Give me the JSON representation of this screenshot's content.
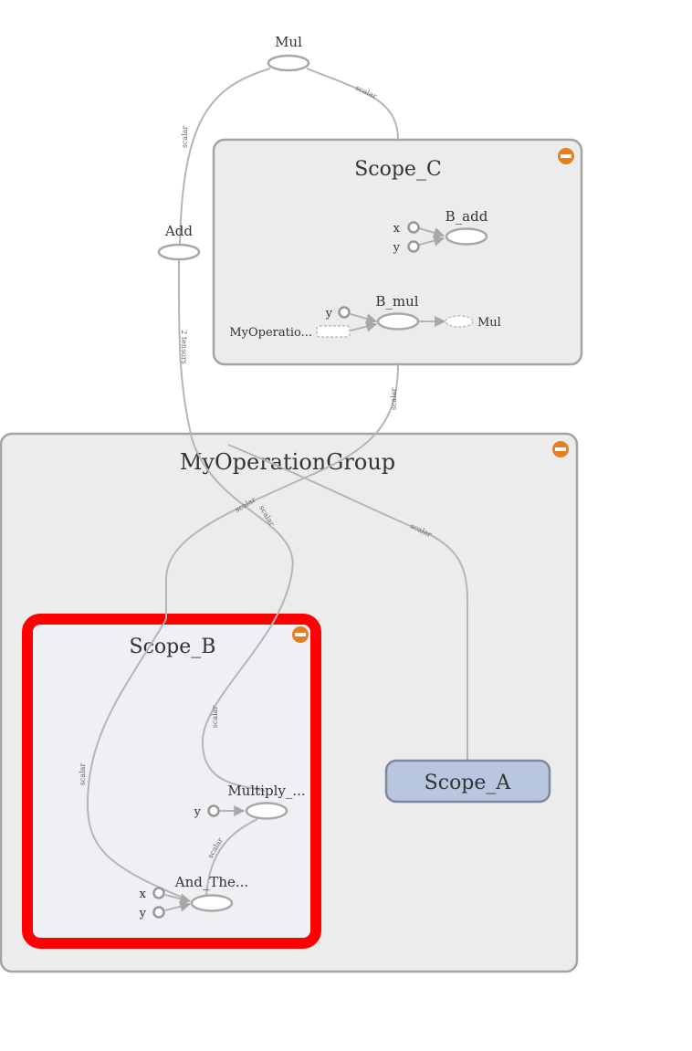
{
  "graph": {
    "nodes": {
      "mul_top": "Mul",
      "add": "Add",
      "scope_c": "Scope_C",
      "scope_c_x": "x",
      "scope_c_y": "y",
      "b_add": "B_add",
      "b_mul_y": "y",
      "b_mul": "B_mul",
      "myop_ref": "MyOperatio...",
      "mul_ref": "Mul",
      "my_operation_group": "MyOperationGroup",
      "scope_b": "Scope_B",
      "multiply_y": "y",
      "multiply": "Multiply_...",
      "and_the_x": "x",
      "and_the_y": "y",
      "and_the": "And_The...",
      "scope_a": "Scope_A"
    },
    "edges": {
      "mul_to_add": "scalar",
      "mul_to_scope_c": "scalar",
      "add_out": "2 tensors",
      "scope_c_out": "scalar",
      "group_edge_1": "scalar",
      "group_edge_2": "scalar",
      "group_edge_3": "scalar",
      "scope_a_edge": "scalar",
      "scope_b_edge_right": "scalar",
      "scope_b_edge_left": "scalar",
      "multiply_to_and": "scalar"
    },
    "colors": {
      "collapse_button": "#e67e22",
      "selection_highlight": "#ff0000",
      "scope_a_fill": "#b9c6df",
      "group_fill": "#ececec"
    },
    "icons": {
      "collapse": "collapse-icon"
    }
  }
}
